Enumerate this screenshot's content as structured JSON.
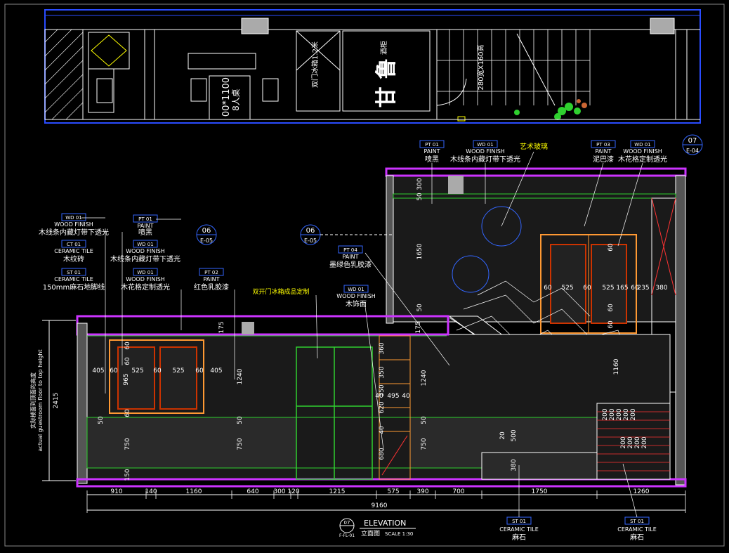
{
  "plan": {
    "table_label": "00*1100",
    "table_label2": "8人桌",
    "door_label": "双门冰箱1.2米",
    "cabinet_label": "酒柜",
    "block_glyph": "甘 鲁",
    "vertical_note": "280宽X160高"
  },
  "callouts": [
    {
      "code": "PT 01",
      "type": "PAINT",
      "text": "喷黑"
    },
    {
      "code": "WD 01",
      "type": "WOOD FINISH",
      "text": "木线条内藏灯带下透光"
    },
    {
      "code": "",
      "type": "",
      "text": "艺术玻璃"
    },
    {
      "code": "PT 03",
      "type": "PAINT",
      "text": "泥巴漆"
    },
    {
      "code": "WD 01",
      "type": "WOOD FINISH",
      "text": "木花格定制透光"
    },
    {
      "code": "WD 01",
      "type": "WOOD FINISH",
      "text": "木线条内藏灯带下透光"
    },
    {
      "code": "CT 01",
      "type": "CERAMIC TILE",
      "text": "木纹砖"
    },
    {
      "code": "ST 01",
      "type": "CERAMIC TILE",
      "text": "150mm麻石地脚线"
    },
    {
      "code": "PT 01",
      "type": "PAINT",
      "text": "喷黑"
    },
    {
      "code": "WD 01",
      "type": "WOOD FINISH",
      "text": "木线条内藏灯带下透光"
    },
    {
      "code": "WD 01",
      "type": "WOOD FINISH",
      "text": "木花格定制透光"
    },
    {
      "code": "PT 02",
      "type": "PAINT",
      "text": "红色乳胶漆"
    },
    {
      "code": "PT 04",
      "type": "PAINT",
      "text": "墨绿色乳胶漆"
    },
    {
      "code": "WD 01",
      "type": "WOOD FINISH",
      "text": "木饰面"
    },
    {
      "code": "",
      "type": "",
      "text": "双开门冰箱成品定制"
    },
    {
      "code": "ST 01",
      "type": "CERAMIC TILE",
      "text": "麻石"
    },
    {
      "code": "ST 01",
      "type": "CERAMIC TILE",
      "text": "麻石"
    }
  ],
  "section_marks": [
    {
      "id": "06",
      "ref": "E-05"
    },
    {
      "id": "06",
      "ref": "E-05"
    },
    {
      "id": "07",
      "ref": "E-04"
    }
  ],
  "height_label": {
    "cn": "实际楼面到顶面的高度",
    "en": "actual guestroom floor to top height",
    "value": "2415"
  },
  "dims_bottom": [
    "910",
    "140",
    "1160",
    "640",
    "300",
    "120",
    "1215",
    "575",
    "390",
    "700",
    "1750",
    "1260"
  ],
  "dim_total": "9160",
  "dims_misc": {
    "d405a": "405",
    "d60a": "60",
    "d525a": "525",
    "d60b": "60",
    "d525b": "525",
    "d60c": "60",
    "d405b": "405",
    "d965": "965",
    "d60v1": "60",
    "d60v2": "60",
    "d60v3": "60",
    "d50a": "50",
    "d750a": "750",
    "d150a": "150",
    "d1240a": "1240",
    "d175a": "175",
    "d750b": "750",
    "d50b": "50",
    "d360": "360",
    "d350a": "350",
    "d350b": "350",
    "d620": "620",
    "d495": "495",
    "d40a": "40",
    "d40b": "40",
    "d40c": "40",
    "d680": "680",
    "d1240b": "1240",
    "d750c": "750",
    "d175b": "175",
    "d50c": "50",
    "d20": "20",
    "d500": "500",
    "d380": "380",
    "d50top": "50",
    "d300top": "300",
    "d1650": "1650",
    "d50mid": "50",
    "w60a": "60",
    "w60b": "60",
    "w525a": "525",
    "w525b": "525",
    "w165": "165",
    "w60c": "60",
    "w235": "235",
    "w380": "380",
    "wv60a": "60",
    "wv60b": "60",
    "wv60c": "60",
    "d1160": "1160",
    "s200a": "200",
    "s200b": "200",
    "s200c": "200",
    "s200d": "200",
    "s200e": "200",
    "s200f": "200",
    "s200g": "200",
    "s200h": "200",
    "s200i": "200"
  },
  "title_block": {
    "number": "07",
    "sheet": "F-FL-01",
    "title": "ELEVATION",
    "cn": "立面图",
    "scale": "SCALE 1:30"
  }
}
